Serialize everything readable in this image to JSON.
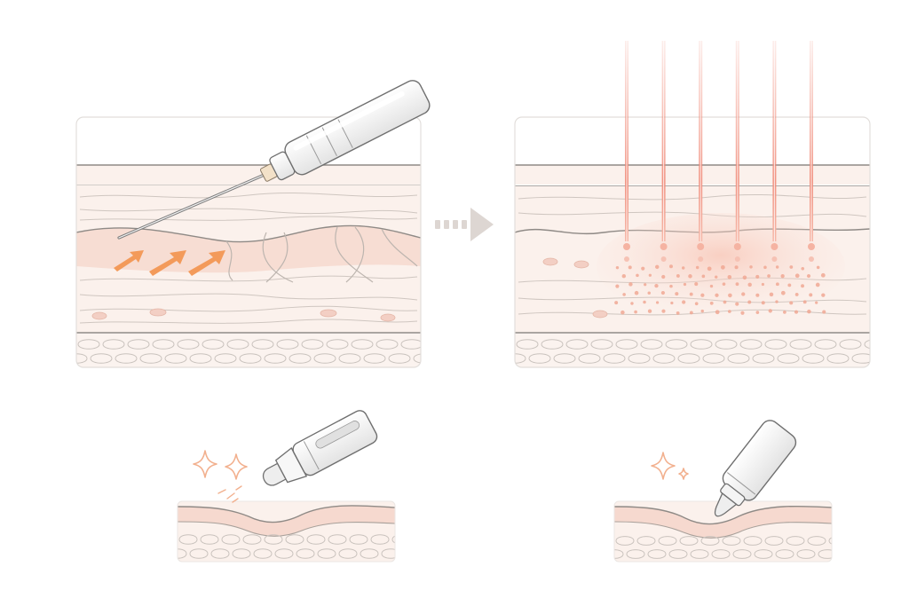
{
  "diagram": {
    "description_text": "",
    "panels": [
      {
        "id": "subcision-panel",
        "icon": "needle-subcision"
      },
      {
        "id": "microneedling-panel",
        "icon": "microneedle-array"
      },
      {
        "id": "filler-pen-panel",
        "icon": "pen-applicator"
      },
      {
        "id": "topical-bottle-panel",
        "icon": "dropper-bottle"
      }
    ],
    "connector": {
      "icon": "dashed-arrow-right"
    },
    "microneedle_count": 6,
    "colors": {
      "skin_base": "#fbf1ec",
      "skin_pink": "#f6d9cf",
      "skin_line": "#c9c2bd",
      "cell_fill": "#fbf3ef",
      "arrow_orange": "#f39a5a",
      "laser_red": "#f08a78",
      "sparkle": "#f2b08e",
      "device_body": "#f2f2f2",
      "device_outline": "#6f6f6f"
    }
  }
}
